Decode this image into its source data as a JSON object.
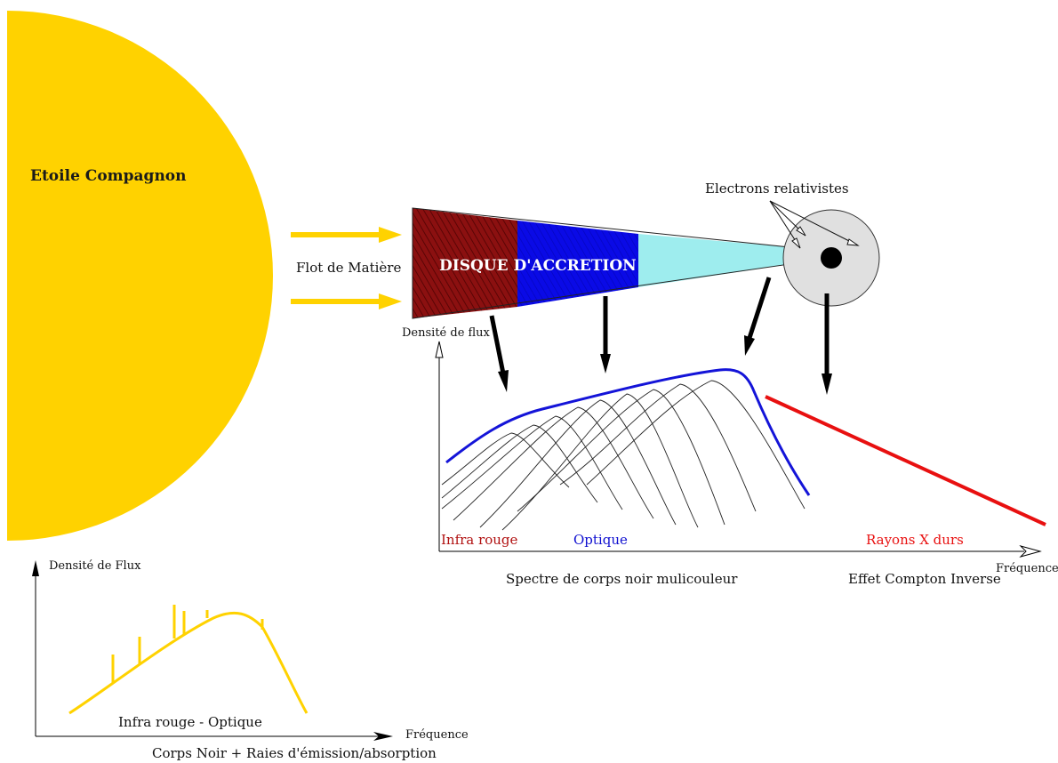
{
  "star": {
    "label": "Etoile Compagnon",
    "color": "#FFD200"
  },
  "flow": {
    "label": "Flot de Matière"
  },
  "disk": {
    "label": "DISQUE D'ACCRETION",
    "colors": {
      "inner_red": "#8B1010",
      "middle_blue": "#0A0AE6",
      "outer_cyan": "#9EEDEE"
    }
  },
  "corona": {
    "label": "Electrons relativistes",
    "color": "#E0E0E0"
  },
  "main_plot": {
    "y_label": "Densité de flux",
    "x_label": "Fréquence",
    "band_ir": "Infra rouge",
    "band_optical": "Optique",
    "band_xray": "Rayons X durs",
    "caption_left": "Spectre de corps noir mulicouleur",
    "caption_right": "Effet Compton Inverse",
    "colors": {
      "ir": "#B01010",
      "optical": "#1010D0",
      "xray": "#E81010",
      "envelope": "#1414D8",
      "powerlaw": "#E81010"
    }
  },
  "small_plot": {
    "y_label": "Densité de Flux",
    "x_label": "Fréquence",
    "inner_label": "Infra rouge - Optique",
    "caption": "Corps Noir + Raies d'émission/absorption",
    "color": "#FFD200"
  }
}
